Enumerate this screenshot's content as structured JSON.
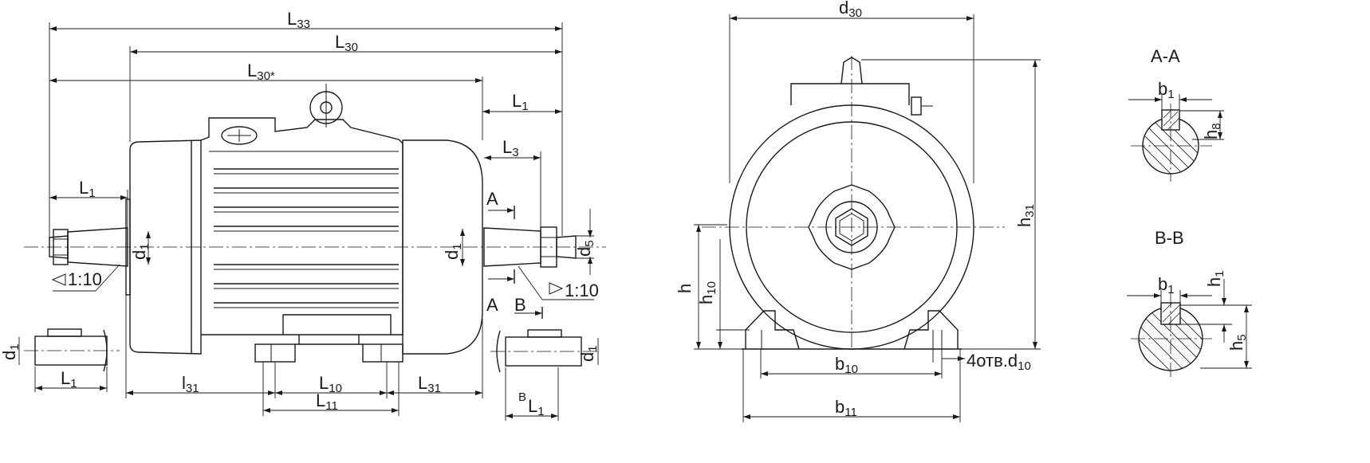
{
  "labels": {
    "L33": [
      "L",
      "33"
    ],
    "L30": [
      "L",
      "30"
    ],
    "L30s": [
      "L",
      "30*"
    ],
    "L1_right": [
      "L",
      "1"
    ],
    "L3": [
      "L",
      "3"
    ],
    "L1_left": [
      "L",
      "1"
    ],
    "L1_small": [
      "L",
      "1"
    ],
    "L1_B": [
      "L",
      "1"
    ],
    "l31": [
      "l",
      "31"
    ],
    "L10": [
      "L",
      "10"
    ],
    "L11": [
      "L",
      "11"
    ],
    "L31": [
      "L",
      "31"
    ],
    "d1_left": [
      "d",
      "1"
    ],
    "d1_right": [
      "d",
      "1"
    ],
    "d1_small": [
      "d",
      "1"
    ],
    "d1_bot": [
      "d",
      "1"
    ],
    "d5": [
      "d",
      "5"
    ],
    "d30": [
      "d",
      "30"
    ],
    "h": [
      "h",
      ""
    ],
    "h10": [
      "h",
      "10"
    ],
    "h31": [
      "h",
      "31"
    ],
    "b10": [
      "b",
      "10"
    ],
    "b11": [
      "b",
      "11"
    ],
    "holes": [
      "4отв.d",
      "10"
    ],
    "b1_aa": [
      "b",
      "1"
    ],
    "h8": [
      "h",
      "8"
    ],
    "b1_bb": [
      "b",
      "1"
    ],
    "h1": [
      "h",
      "1"
    ],
    "h5": [
      "h",
      "5"
    ]
  },
  "markers": {
    "A_top": "A",
    "A_bottom": "A",
    "B_bottom": "B",
    "B_small": "B",
    "taper_left": "1:10",
    "taper_right": "1:10"
  },
  "sections": {
    "aa": "A-A",
    "bb": "B-B"
  }
}
